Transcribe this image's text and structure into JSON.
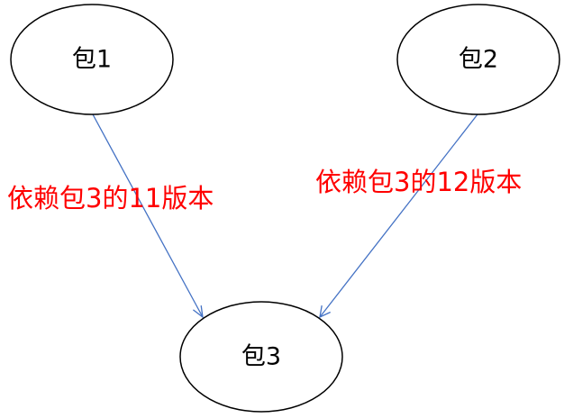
{
  "diagram": {
    "nodes": {
      "pkg1": {
        "label": "包1"
      },
      "pkg2": {
        "label": "包2"
      },
      "pkg3": {
        "label": "包3"
      }
    },
    "edges": {
      "pkg1_to_pkg3": {
        "label": "依赖包3的11版本"
      },
      "pkg2_to_pkg3": {
        "label": "依赖包3的12版本"
      }
    },
    "colors": {
      "edge_line": "#4472c4",
      "edge_label": "#ff0000",
      "node_border": "#000000"
    }
  }
}
